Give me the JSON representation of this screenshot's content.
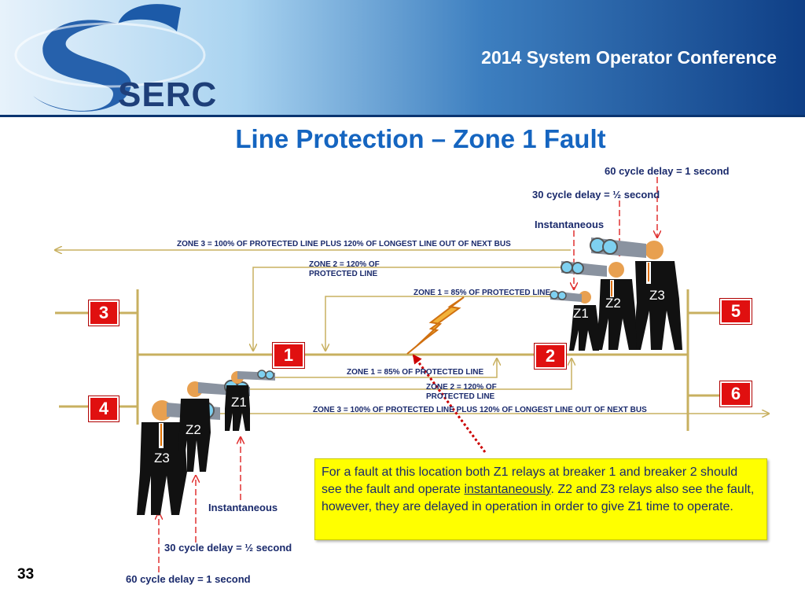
{
  "header": {
    "logo_text": "SERC",
    "conference": "2014 System Operator Conference"
  },
  "title": "Line Protection – Zone 1 Fault",
  "buses": [
    "3",
    "4",
    "5",
    "6"
  ],
  "breakers": [
    "1",
    "2"
  ],
  "zones_top": {
    "z3": "ZONE 3 = 100% OF PROTECTED LINE PLUS 120% OF LONGEST LINE OUT OF NEXT BUS",
    "z2": "ZONE 2 = 120% OF PROTECTED LINE",
    "z1": "ZONE 1 = 85% OF PROTECTED LINE"
  },
  "zones_bottom": {
    "z1": "ZONE 1 = 85% OF PROTECTED LINE",
    "z2": "ZONE 2 = 120% OF PROTECTED LINE",
    "z3": "ZONE 3 = 100% OF PROTECTED LINE PLUS 120% OF LONGEST LINE OUT OF NEXT BUS"
  },
  "delays_top": {
    "z3": "60 cycle delay = 1 second",
    "z2": "30 cycle delay = ½ second",
    "z1": "Instantaneous"
  },
  "delays_bottom": {
    "z1": "Instantaneous",
    "z2": "30 cycle delay = ½ second",
    "z3": "60 cycle delay = 1 second"
  },
  "relay_labels": {
    "right": [
      "Z1",
      "Z2",
      "Z3"
    ],
    "left": [
      "Z1",
      "Z2",
      "Z3"
    ]
  },
  "note": {
    "before": "For a fault at this location both Z1 relays at breaker 1 and breaker 2 should see the fault and operate ",
    "emphasis": "instantaneously",
    "after": ". Z2 and Z3 relays also see the fault, however, they are delayed in operation in order to give Z1 time to operate."
  },
  "page_number": "33",
  "colors": {
    "line": "#c8b060",
    "arrow": "#c8b060",
    "breaker": "#e01010",
    "delay_marker": "#e03030",
    "title": "#1565c0",
    "note_bg": "#ffff00"
  }
}
